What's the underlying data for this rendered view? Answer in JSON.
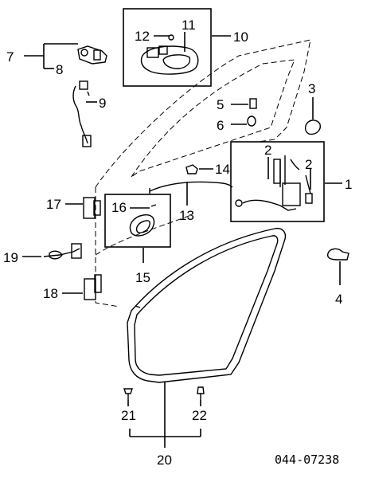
{
  "diagram_code": "044-07238",
  "callouts": {
    "c1": "1",
    "c2a": "2",
    "c2b": "2",
    "c3": "3",
    "c4": "4",
    "c5": "5",
    "c6": "6",
    "c7": "7",
    "c8": "8",
    "c9": "9",
    "c10": "10",
    "c11": "11",
    "c12": "12",
    "c13": "13",
    "c14": "14",
    "c15": "15",
    "c16": "16",
    "c17": "17",
    "c18": "18",
    "c19": "19",
    "c20": "20",
    "c21": "21",
    "c22": "22"
  }
}
